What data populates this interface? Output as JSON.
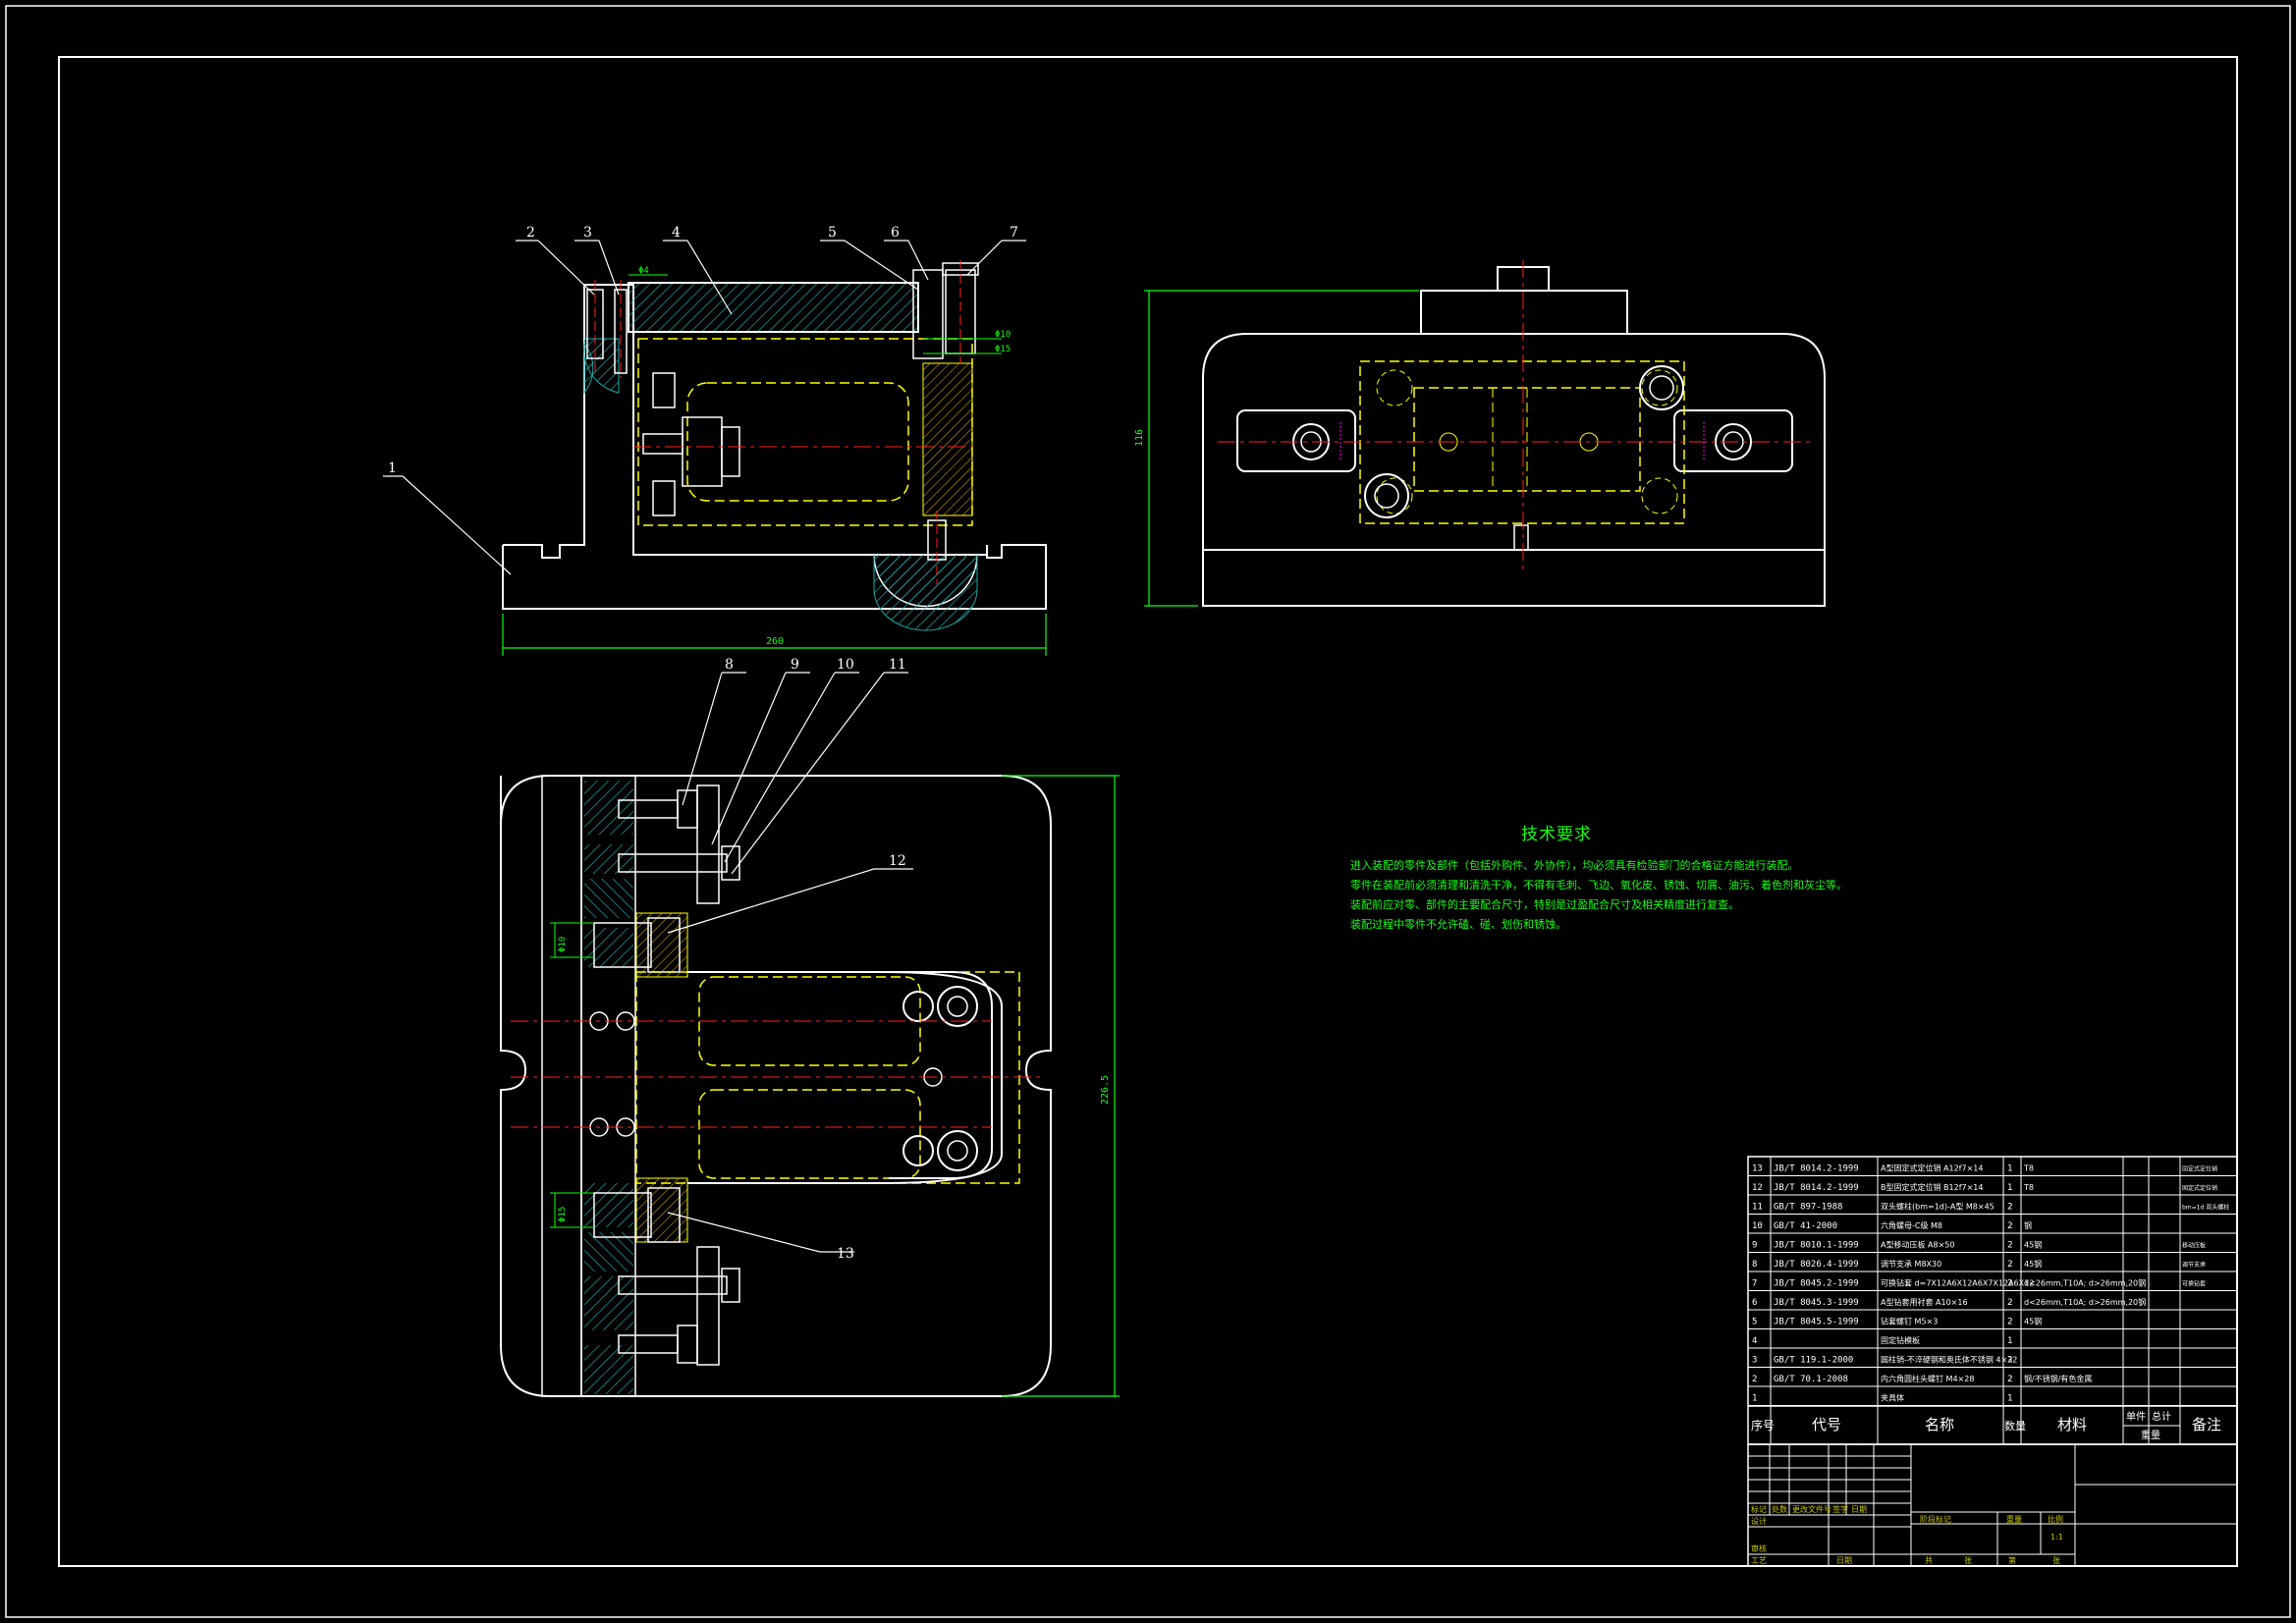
{
  "colors": {
    "background": "#000000",
    "outline": "#ffffff",
    "hidden_lines": "#ffff00",
    "centerlines": "#ff2020",
    "dimensions": "#10ff10",
    "hatch": "#1fa8a8",
    "magenta": "#ff00ff",
    "text_white": "#ffffff"
  },
  "part_callouts_top": [
    "2",
    "3",
    "4",
    "5",
    "6",
    "7"
  ],
  "callout_1": "1",
  "callouts_mid": [
    "8",
    "9",
    "10",
    "11"
  ],
  "callout_12": "12",
  "callout_13": "13",
  "dims": {
    "front_width": "260",
    "side_height": "116",
    "plan_height": "226.5",
    "d1": "Φ4",
    "d2": "Φ10",
    "d3": "Φ15",
    "d4": "Φ10",
    "d5": "Φ15"
  },
  "tech_req": {
    "title": "技术要求",
    "lines": [
      "进入装配的零件及部件（包括外购件、外协件），均必须具有检验部门的合格证方能进行装配。",
      "零件在装配前必须清理和清洗干净，不得有毛刺、飞边、氧化皮、锈蚀、切屑、油污、着色剂和灰尘等。",
      "装配前应对零、部件的主要配合尺寸，特别是过盈配合尺寸及相关精度进行复查。",
      "装配过程中零件不允许磕、碰、划伤和锈蚀。"
    ]
  },
  "bom": {
    "headers": [
      "序号",
      "代号",
      "名称",
      "数量",
      "材料",
      "单件",
      "总计",
      "重量",
      "备注"
    ],
    "rows": [
      {
        "no": "13",
        "code": "JB/T 8014.2-1999",
        "name": "A型固定式定位销 A12f7×14",
        "qty": "1",
        "mat": "T8",
        "note": "固定式定位销"
      },
      {
        "no": "12",
        "code": "JB/T 8014.2-1999",
        "name": "B型固定式定位销 B12f7×14",
        "qty": "1",
        "mat": "T8",
        "note": "固定式定位销"
      },
      {
        "no": "11",
        "code": "GB/T 897-1988",
        "name": "双头螺柱(bm=1d)-A型 M8×45",
        "qty": "2",
        "mat": "",
        "note": "bm=1d 双头螺柱"
      },
      {
        "no": "10",
        "code": "GB/T 41-2000",
        "name": "六角螺母-C级 M8",
        "qty": "2",
        "mat": "钢",
        "note": ""
      },
      {
        "no": "9",
        "code": "JB/T 8010.1-1999",
        "name": "A型移动压板 A8×50",
        "qty": "2",
        "mat": "45钢",
        "note": "移动压板"
      },
      {
        "no": "8",
        "code": "JB/T 8026.4-1999",
        "name": "调节支承 M8X30",
        "qty": "2",
        "mat": "45钢",
        "note": "调节支承"
      },
      {
        "no": "7",
        "code": "JB/T 8045.2-1999",
        "name": "可换钻套 d=7X12A6X12A6X7X12A6X12",
        "qty": "2",
        "mat": "d<26mm,T10A; d>26mm,20钢",
        "note": "可换钻套"
      },
      {
        "no": "6",
        "code": "JB/T 8045.3-1999",
        "name": "A型钻套用衬套 A10×16",
        "qty": "2",
        "mat": "d<26mm,T10A; d>26mm,20钢",
        "note": ""
      },
      {
        "no": "5",
        "code": "JB/T 8045.5-1999",
        "name": "钻套螺钉 M5×3",
        "qty": "2",
        "mat": "45钢",
        "note": ""
      },
      {
        "no": "4",
        "code": "",
        "name": "固定钻模板",
        "qty": "1",
        "mat": "",
        "note": ""
      },
      {
        "no": "3",
        "code": "GB/T 119.1-2000",
        "name": "圆柱销-不淬硬钢和奥氏体不锈钢 4×32",
        "qty": "2",
        "mat": "",
        "note": ""
      },
      {
        "no": "2",
        "code": "GB/T 70.1-2008",
        "name": "内六角圆柱头螺钉 M4×28",
        "qty": "2",
        "mat": "钢/不锈钢/有色金属",
        "note": ""
      },
      {
        "no": "1",
        "code": "",
        "name": "夹具体",
        "qty": "1",
        "mat": "",
        "note": ""
      }
    ]
  },
  "title_block": {
    "cells": [
      "标记",
      "处数",
      "更改文件号",
      "签字",
      "日期",
      "设计",
      "审核",
      "工艺",
      "日期",
      "阶段标记",
      "重量",
      "比例",
      "1:1",
      "共",
      "张",
      "第",
      "张"
    ]
  }
}
